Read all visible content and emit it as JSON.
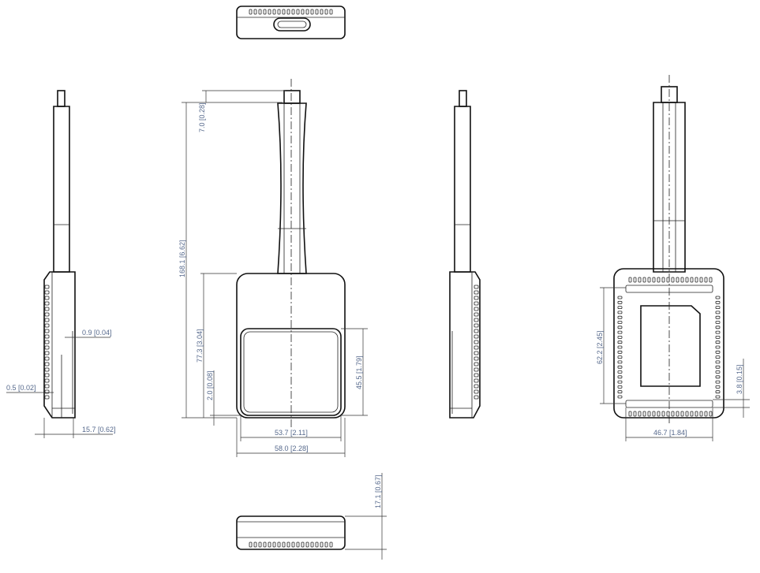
{
  "dimensions": {
    "connector_length": "7.0 [0.28]",
    "total_length": "168.1 [6.62]",
    "body_length": "77.3 [3.04]",
    "bottom_offset": "2.0 [0.08]",
    "touch_area_height": "45.5 [1.79]",
    "touch_area_width": "53.7 [2.11]",
    "body_width": "58.0 [2.28]",
    "side_step": "0.9 [0.04]",
    "side_lip": "0.5 [0.02]",
    "thickness": "15.7 [0.62]",
    "back_height": "62.2 [2.45]",
    "back_offset": "3.8 [0.15]",
    "back_width": "46.7 [1.84]",
    "bottom_thickness": "17.1 [0.67]"
  }
}
